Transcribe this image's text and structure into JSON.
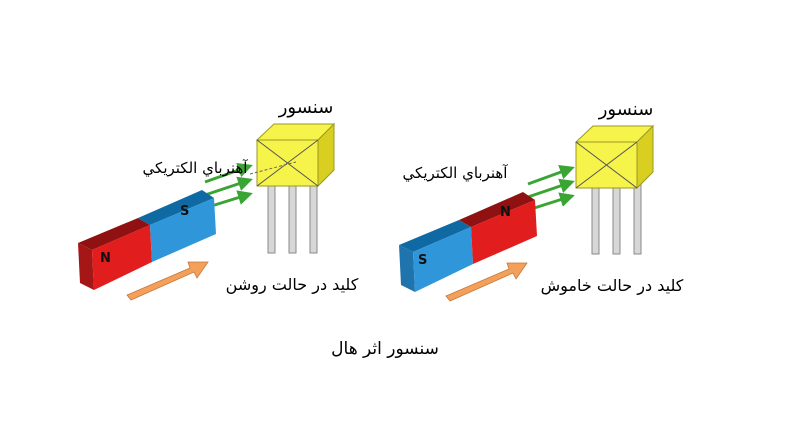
{
  "panels": [
    {
      "sensor_label": "سنسور",
      "field_lines_label": "آهنرباي الكتريكي",
      "state_label": "کلید در حالت روشن",
      "magnet_near_pole": "S",
      "magnet_far_pole": "N"
    },
    {
      "sensor_label": "سنسور",
      "field_lines_label": "آهنرباي الكتريكي",
      "state_label": "کلید در حالت خاموش",
      "magnet_near_pole": "N",
      "magnet_far_pole": "S"
    }
  ],
  "caption": "سنسور اثر هال",
  "colors": {
    "north_pole": "#e11d1d",
    "south_pole": "#2f97d9",
    "sensor_body": "#f6f34b",
    "field_arrow": "#3aa535",
    "motion_arrow": "#f3a05a"
  }
}
